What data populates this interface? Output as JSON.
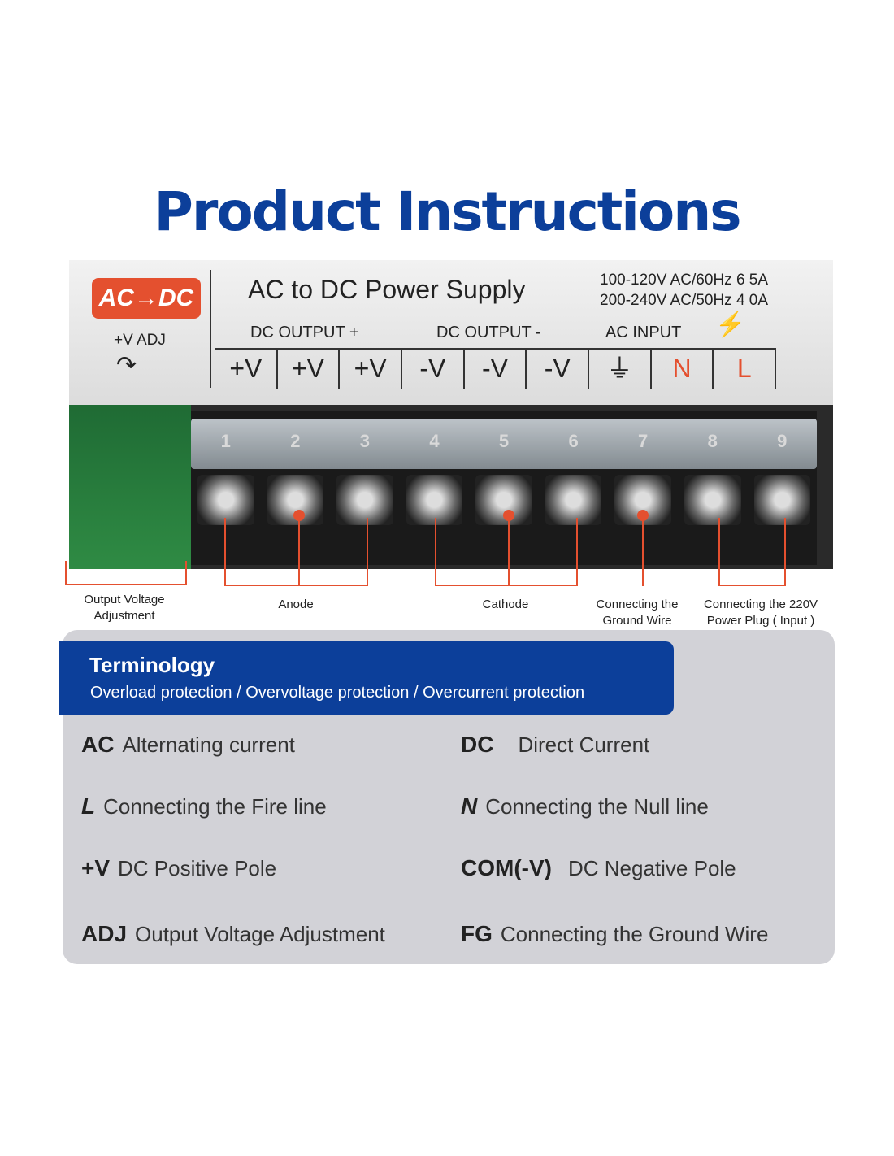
{
  "title": "Product Instructions",
  "label": {
    "badge": "AC→DC",
    "vadj": "+V ADJ",
    "product": "AC to DC Power Supply",
    "spec1": "100-120V AC/60Hz 6 5A",
    "spec2": "200-240V AC/50Hz 4 0A",
    "dc_out_pos": "DC OUTPUT +",
    "dc_out_neg": "DC OUTPUT -",
    "ac_input": "AC INPUT",
    "cells": [
      "+V",
      "+V",
      "+V",
      "-V",
      "-V",
      "-V",
      "⏚",
      "N",
      "L"
    ]
  },
  "terminal_numbers": [
    "1",
    "2",
    "3",
    "4",
    "5",
    "6",
    "7",
    "8",
    "9"
  ],
  "annotations": {
    "adj": "Output Voltage Adjustment",
    "anode": "Anode",
    "cathode": "Cathode",
    "ground": "Connecting the Ground Wire",
    "input": "Connecting the 220V Power Plug ( Input )"
  },
  "terminology": {
    "heading": "Terminology",
    "subtitle": "Overload protection / Overvoltage protection / Overcurrent protection",
    "terms": [
      {
        "abbr": "AC",
        "desc": "Alternating current"
      },
      {
        "abbr": "DC",
        "desc": "Direct Current"
      },
      {
        "abbr": "L",
        "desc": "Connecting the Fire line"
      },
      {
        "abbr": "N",
        "desc": "Connecting the Null line"
      },
      {
        "abbr": "+V",
        "desc": "DC Positive Pole"
      },
      {
        "abbr": "COM(-V)",
        "desc": "DC Negative Pole"
      },
      {
        "abbr": "ADJ",
        "desc": "Output Voltage Adjustment"
      },
      {
        "abbr": "FG",
        "desc": "Connecting the Ground Wire"
      }
    ]
  },
  "colors": {
    "brand_blue": "#0c3f9a",
    "accent_orange": "#e4502f"
  }
}
